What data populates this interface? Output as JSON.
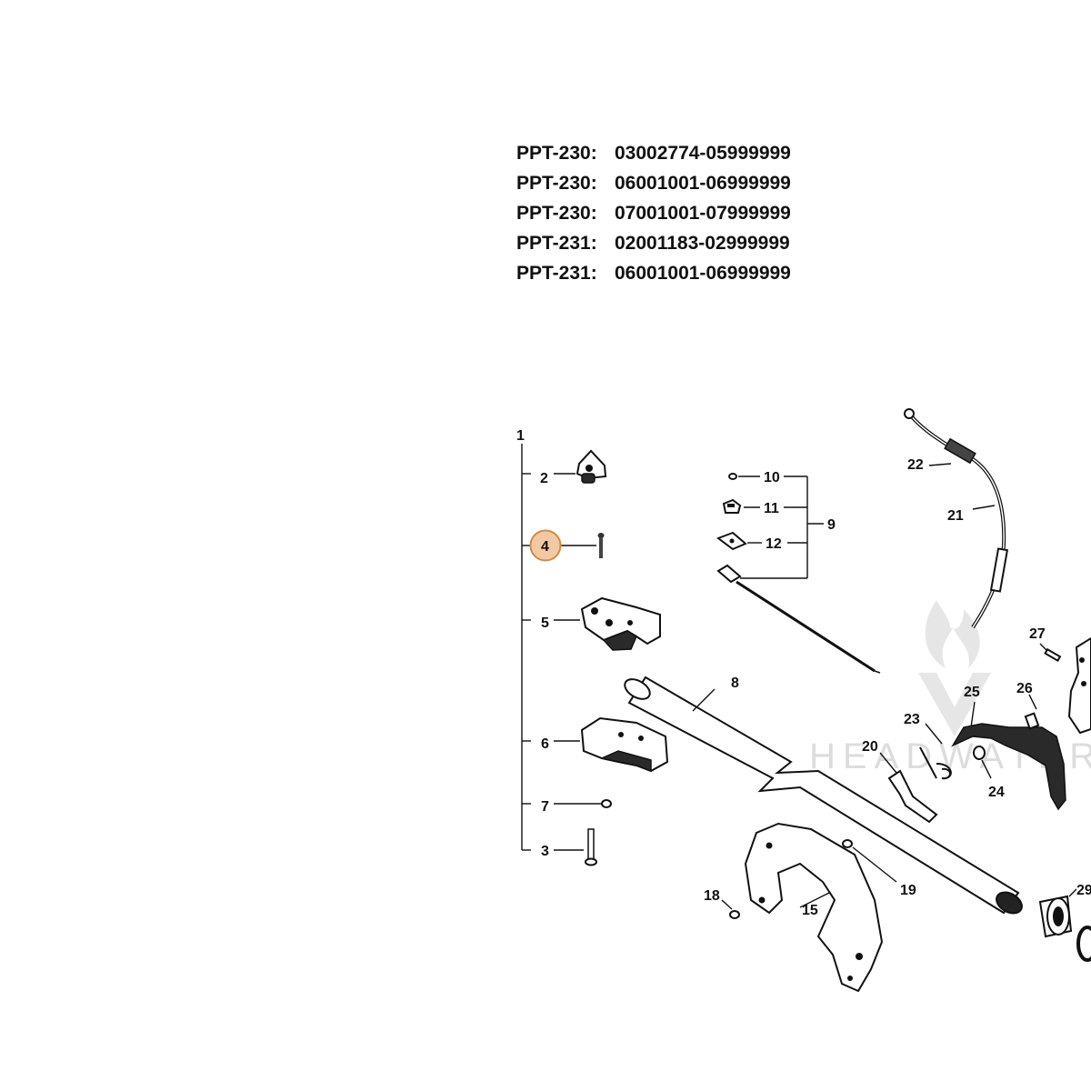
{
  "serial_ranges": [
    {
      "model": "PPT-230:",
      "range": "03002774-05999999"
    },
    {
      "model": "PPT-230:",
      "range": "06001001-06999999"
    },
    {
      "model": "PPT-230:",
      "range": "07001001-07999999"
    },
    {
      "model": "PPT-231:",
      "range": "02001183-02999999"
    },
    {
      "model": "PPT-231:",
      "range": "06001001-06999999"
    }
  ],
  "callouts": {
    "c1": "1",
    "c2": "2",
    "c3": "3",
    "c4": "4",
    "c5": "5",
    "c6": "6",
    "c7": "7",
    "c8": "8",
    "c9": "9",
    "c10": "10",
    "c11": "11",
    "c12": "12",
    "c15": "15",
    "c18": "18",
    "c19": "19",
    "c20": "20",
    "c21": "21",
    "c22": "22",
    "c23": "23",
    "c24": "24",
    "c25": "25",
    "c26": "26",
    "c27": "27",
    "c29": "29"
  },
  "highlighted_callout": "4",
  "watermark_text": "HEADWATERS",
  "colors": {
    "highlight_fill": "#f3c9a3",
    "highlight_stroke": "#d08a4a",
    "line": "#111111",
    "watermark": "#dcdcdc"
  }
}
